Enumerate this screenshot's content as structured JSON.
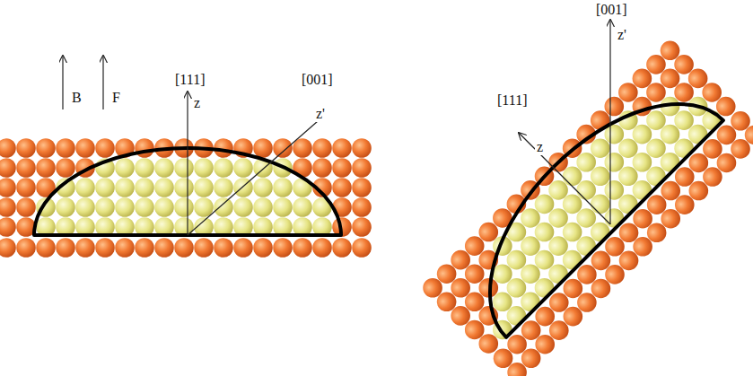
{
  "diagram": {
    "labels": [
      "B",
      "F",
      "[111]",
      "z",
      "[001]",
      "z'",
      "[111]",
      "z",
      "[001]",
      "z'"
    ]
  }
}
